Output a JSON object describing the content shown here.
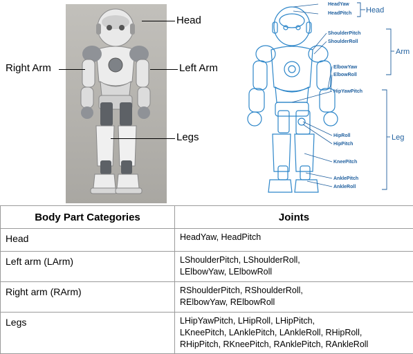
{
  "photo_labels": {
    "head": "Head",
    "right_arm": "Right Arm",
    "left_arm": "Left Arm",
    "legs": "Legs"
  },
  "diagram": {
    "groups": {
      "head": "Head",
      "arm": "Arm",
      "leg": "Leg"
    },
    "joints": {
      "head_yaw": "HeadYaw",
      "head_pitch": "HeadPitch",
      "shoulder_pitch": "ShoulderPitch",
      "shoulder_roll": "ShoulderRoll",
      "elbow_yaw": "ElbowYaw",
      "elbow_roll": "ElbowRoll",
      "hip_yaw_pitch": "HipYawPitch",
      "hip_roll": "HipRoll",
      "hip_pitch": "HipPitch",
      "knee_pitch": "KneePitch",
      "ankle_pitch": "AnklePitch",
      "ankle_roll": "AnkleRoll"
    },
    "color": "#1f5f9e"
  },
  "table": {
    "headers": [
      "Body Part Categories",
      "Joints"
    ],
    "rows": [
      {
        "category": "Head",
        "joints_lines": [
          "HeadYaw, HeadPitch"
        ]
      },
      {
        "category": "Left arm (LArm)",
        "joints_lines": [
          "LShoulderPitch, LShoulderRoll,",
          "LElbowYaw, LElbowRoll"
        ]
      },
      {
        "category": "Right arm (RArm)",
        "joints_lines": [
          "RShoulderPitch, RShoulderRoll,",
          "RElbowYaw, RElbowRoll"
        ]
      },
      {
        "category": "Legs",
        "joints_lines": [
          "LHipYawPitch, LHipRoll, LHipPitch,",
          "LKneePitch, LAnklePitch, LAnkleRoll, RHipRoll,",
          "RHipPitch, RKneePitch, RAnklePitch, RAnkleRoll"
        ]
      }
    ]
  }
}
